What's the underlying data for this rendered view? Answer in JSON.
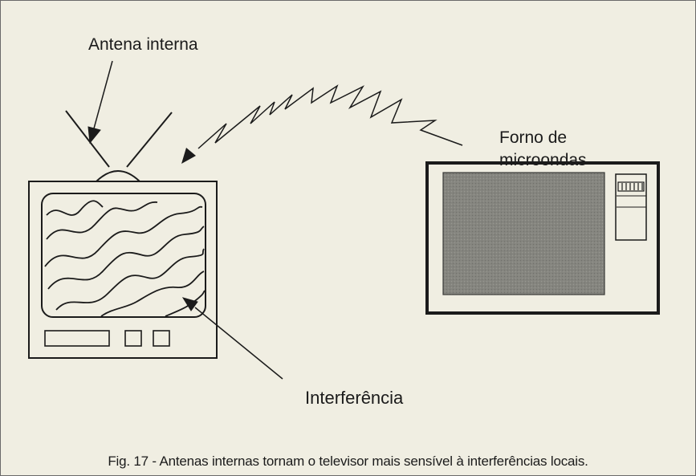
{
  "labels": {
    "antenna": "Antena interna",
    "oven_line1": "Forno de",
    "oven_line2": "microondas",
    "interference": "Interferência"
  },
  "caption": "Fig. 17 - Antenas internas tornam o televisor mais sensível à interferências locais.",
  "colors": {
    "ink": "#1b1b1b",
    "background": "#f0eee2",
    "oven_window": "#7c7c78"
  }
}
